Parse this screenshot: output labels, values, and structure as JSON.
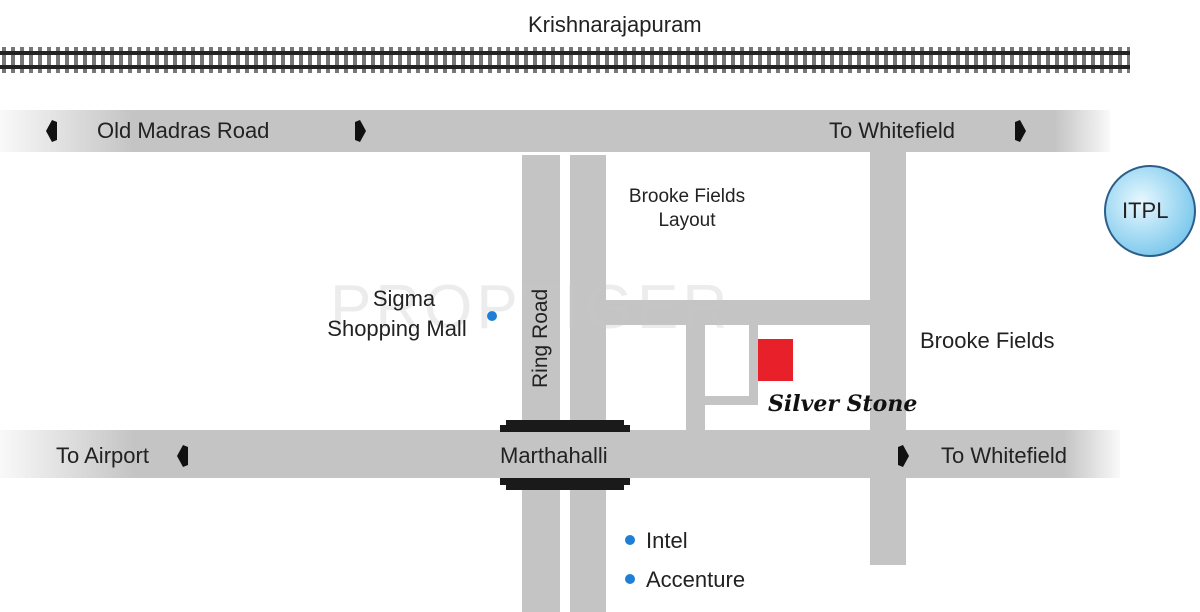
{
  "title": "Krishnarajapuram",
  "watermark": "PROPTIGER",
  "roads": {
    "old_madras": "Old Madras Road",
    "to_whitefield_top": "To Whitefield",
    "ring_road": "Ring Road",
    "to_airport": "To Airport",
    "marthahalli": "Marthahalli",
    "to_whitefield_bottom": "To Whitefield"
  },
  "places": {
    "brooke_layout_1": "Brooke Fields",
    "brooke_layout_2": "Layout",
    "sigma_1": "Sigma",
    "sigma_2": "Shopping Mall",
    "brooke_fields": "Brooke Fields",
    "itpl": "ITPL",
    "intel": "Intel",
    "accenture": "Accenture"
  },
  "project": {
    "name": "Silver Stone",
    "color": "#e8202a"
  },
  "colors": {
    "road": "#c4c4c4",
    "poi_dot": "#1e7fd8",
    "itpl_fill": "#9fd8f0"
  }
}
